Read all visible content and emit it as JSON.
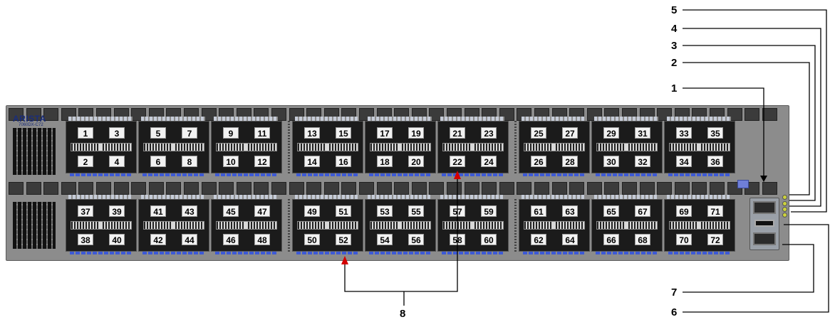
{
  "brand": {
    "name": "ARISTA",
    "model": "7060DX-C72"
  },
  "top_ports": [
    "1",
    "3",
    "5",
    "7",
    "9",
    "11",
    "13",
    "15",
    "17",
    "19",
    "21",
    "23",
    "25",
    "27",
    "29",
    "31",
    "33",
    "35"
  ],
  "bottom_ports_top_row": [
    "2",
    "4",
    "6",
    "8",
    "10",
    "12",
    "14",
    "16",
    "18",
    "20",
    "22",
    "24",
    "26",
    "28",
    "30",
    "32",
    "34",
    "36"
  ],
  "lower_top_ports": [
    "37",
    "39",
    "41",
    "43",
    "45",
    "47",
    "49",
    "51",
    "53",
    "55",
    "57",
    "59",
    "61",
    "63",
    "65",
    "67",
    "69",
    "71"
  ],
  "lower_bottom_ports": [
    "38",
    "40",
    "42",
    "44",
    "46",
    "48",
    "50",
    "52",
    "54",
    "56",
    "58",
    "60",
    "62",
    "64",
    "66",
    "68",
    "70",
    "72"
  ],
  "callouts": {
    "c1": "1",
    "c2": "2",
    "c3": "3",
    "c4": "4",
    "c5": "5",
    "c6": "6",
    "c7": "7",
    "c8": "8"
  },
  "colors": {
    "chassis": "#8c8c8c",
    "port_fill": "#f2f2f2",
    "led": "#3d5ad6",
    "arrow": "#d40000",
    "line": "#000000"
  }
}
